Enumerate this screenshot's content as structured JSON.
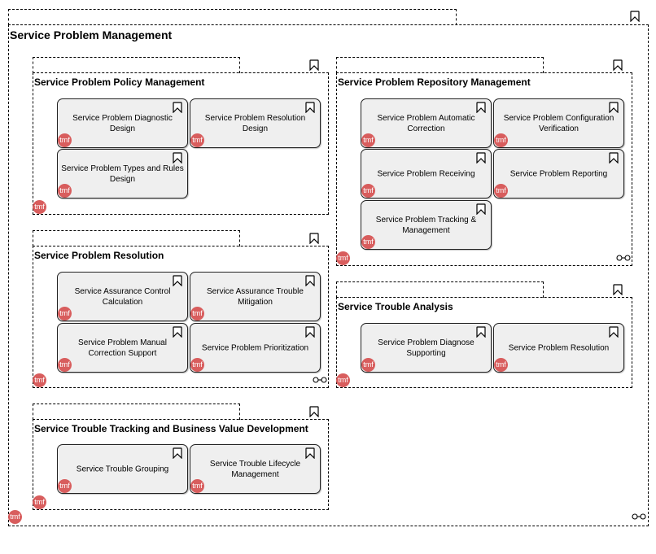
{
  "diagram": {
    "title": "Service Problem Management",
    "badge_text": "tmf",
    "colors": {
      "badge": "#d85d5d",
      "card_fill": "#efefef",
      "border": "#000000"
    },
    "groups": [
      {
        "id": "policy",
        "title": "Service Problem Policy Management",
        "cards": [
          "Service Problem Diagnostic Design",
          "Service Problem Resolution Design",
          "Service Problem Types and Rules Design"
        ]
      },
      {
        "id": "repository",
        "title": "Service Problem Repository Management",
        "cards": [
          "Service Problem Automatic Correction",
          "Service Problem Configuration Verification",
          "Service Problem Receiving",
          "Service Problem Reporting",
          "Service Problem Tracking & Management"
        ]
      },
      {
        "id": "resolution",
        "title": "Service Problem Resolution",
        "cards": [
          "Service Assurance Control Calculation",
          "Service Assurance Trouble Mitigation",
          "Service Problem Manual Correction Support",
          "Service Problem Prioritization"
        ]
      },
      {
        "id": "trouble",
        "title": "Service Trouble Analysis",
        "cards": [
          "Service Problem Diagnose Supporting",
          "Service Problem Resolution"
        ]
      },
      {
        "id": "tracking",
        "title": "Service Trouble Tracking and Business Value Development",
        "cards": [
          "Service Trouble Grouping",
          "Service Trouble Lifecycle Management"
        ]
      }
    ]
  }
}
